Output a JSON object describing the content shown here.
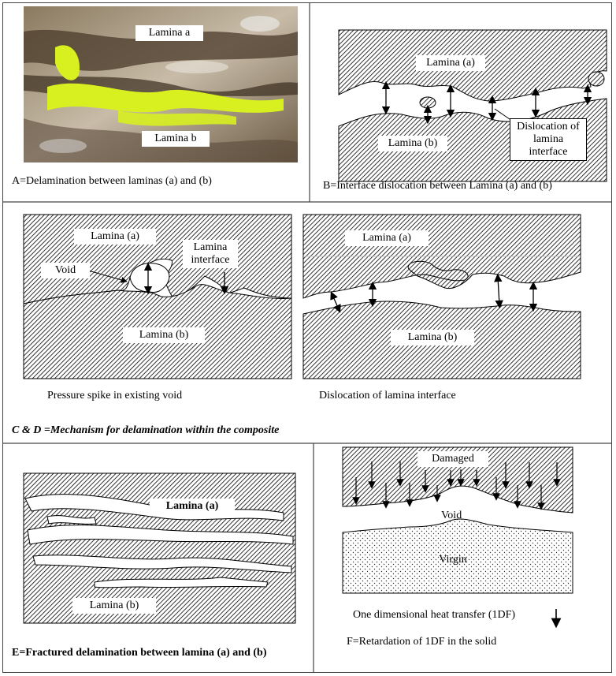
{
  "panel_a": {
    "label_top": "Lamina a",
    "label_bottom": "Lamina b",
    "caption": "A=Delamination between laminas (a) and (b)"
  },
  "panel_b": {
    "label_top": "Lamina (a)",
    "label_bottom": "Lamina (b)",
    "callout": "Dislocation of lamina interface",
    "caption": "B=Interface dislocation between Lamina (a) and (b)"
  },
  "panel_c": {
    "label_top": "Lamina (a)",
    "label_interface": "Lamina interface",
    "label_void": "Void",
    "label_bottom": "Lamina (b)",
    "caption": "Pressure spike in existing void"
  },
  "panel_d": {
    "label_top": "Lamina (a)",
    "label_bottom": "Lamina (b)",
    "caption": "Dislocation of lamina interface"
  },
  "panel_cd_caption": "C & D =Mechanism for delamination within the composite",
  "panel_e": {
    "label_top": "Lamina (a)",
    "label_bottom": "Lamina (b)",
    "caption": "E=Fractured delamination between lamina (a) and (b)"
  },
  "panel_f": {
    "label_damaged": "Damaged",
    "label_void": "Void",
    "label_virgin": "Virgin",
    "heat_label": "One dimensional heat transfer (1DF)",
    "caption": "F=Retardation of 1DF in the solid"
  },
  "colors": {
    "micrograph_highlight": "#d8f020",
    "micrograph_dark": "#5a4a3a",
    "hatch": "#000000"
  },
  "icons": [
    "double-arrow-icon",
    "down-arrow-icon",
    "leader-line-icon"
  ]
}
